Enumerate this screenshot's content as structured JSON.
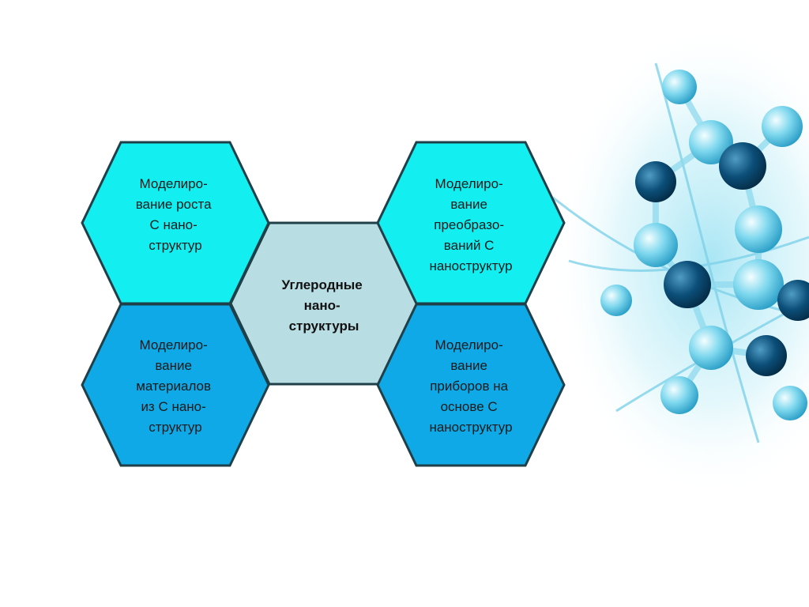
{
  "diagram": {
    "center": {
      "lines": [
        "Углеродные",
        "нано-",
        "структуры"
      ]
    },
    "hexes": [
      {
        "id": "top-left",
        "lines": [
          "Моделиро-",
          "вание роста",
          "С нано-",
          "структур"
        ]
      },
      {
        "id": "top-right",
        "lines": [
          "Моделиро-",
          "вание",
          "преобразо-",
          "ваний С",
          "наноструктур"
        ]
      },
      {
        "id": "bottom-left",
        "lines": [
          "Моделиро-",
          "вание",
          "материалов",
          "из С нано-",
          "структур"
        ]
      },
      {
        "id": "bottom-right",
        "lines": [
          "Моделиро-",
          "вание",
          "приборов на",
          "основе С",
          "наноструктур"
        ]
      }
    ]
  },
  "colors": {
    "center_fill": "#b8dde2",
    "top_fill": "#13eef0",
    "bottom_fill": "#0ea9e6",
    "stroke": "#1f3f49",
    "molecule_light": "#aee8f4",
    "molecule_dark": "#0b4e78"
  },
  "icons": {
    "background": "molecule-illustration"
  }
}
